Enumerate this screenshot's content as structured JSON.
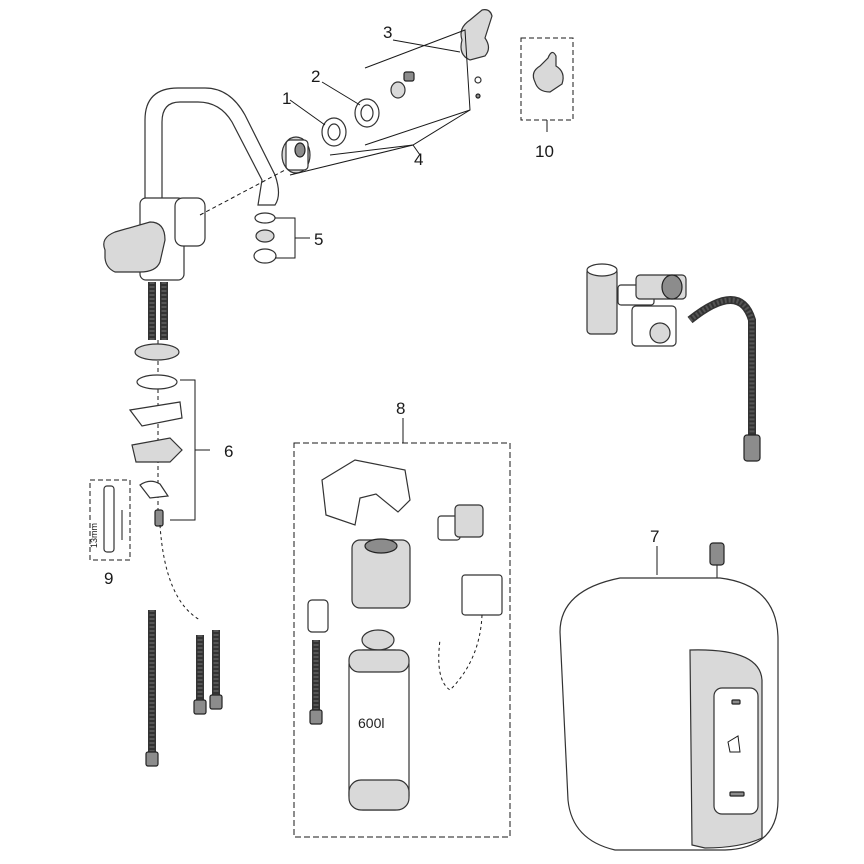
{
  "callouts": {
    "c1": "1",
    "c2": "2",
    "c3": "3",
    "c4": "4",
    "c5": "5",
    "c6": "6",
    "c7": "7",
    "c8": "8",
    "c9": "9",
    "c10": "10"
  },
  "gauge_text": "13mm",
  "filter_capacity": "600l",
  "colors": {
    "line": "#1a1a1a",
    "part_fill": "#ffffff",
    "shade": "#d9d9d9"
  }
}
